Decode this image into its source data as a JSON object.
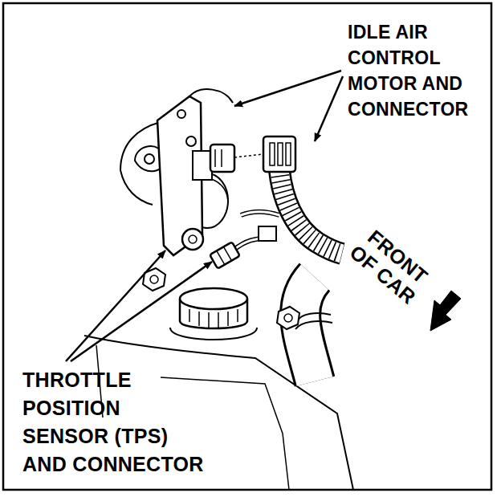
{
  "diagram": {
    "labels": [
      "IDLE AIR CONTROL MOTOR AND CONNECTOR",
      "FRONT OF CAR",
      "THROTTLE POSITION SENSOR (TPS) AND CONNECTOR"
    ]
  }
}
